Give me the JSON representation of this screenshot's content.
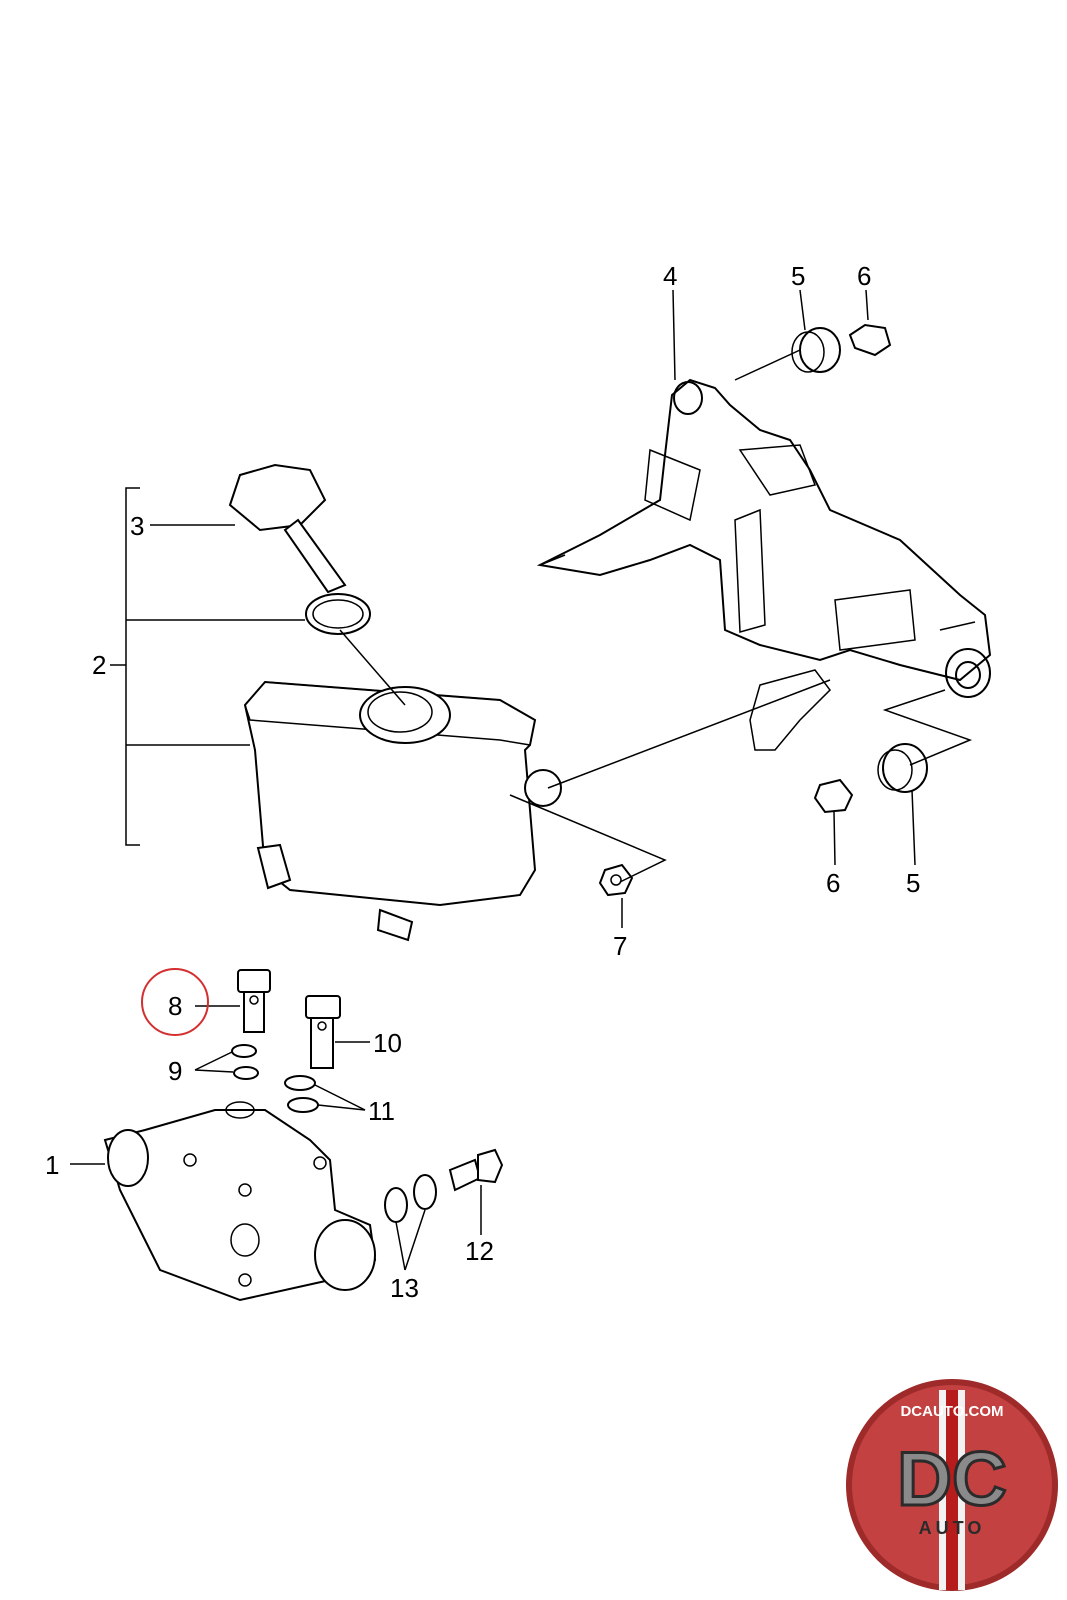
{
  "diagram": {
    "labels": {
      "p1": "1",
      "p2": "2",
      "p3": "3",
      "p4": "4",
      "p5a": "5",
      "p6a": "6",
      "p5b": "5",
      "p6b": "6",
      "p7": "7",
      "p8": "8",
      "p9": "9",
      "p10": "10",
      "p11": "11",
      "p12": "12",
      "p13": "13"
    },
    "highlighted_part": "8",
    "highlight_color": "#d32f2f"
  },
  "logo": {
    "site": "DCAUTO.COM",
    "mark": "DC",
    "word": "AUTO",
    "colors": {
      "red": "#c62828",
      "grey": "#8a8a8a",
      "dark": "#2b2b2b"
    }
  }
}
